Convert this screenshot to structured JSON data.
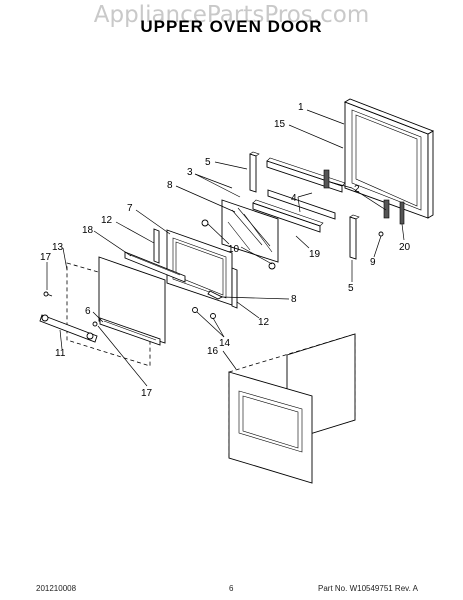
{
  "watermark": "AppliancePartsPros.com",
  "title": "UPPER OVEN DOOR",
  "footer": {
    "code": "201210008",
    "page": "6",
    "part_number": "Part No. W10549751  Rev. A"
  },
  "callouts": [
    {
      "key": "c1",
      "label": "1"
    },
    {
      "key": "c15",
      "label": "15"
    },
    {
      "key": "c5a",
      "label": "5"
    },
    {
      "key": "c3",
      "label": "3"
    },
    {
      "key": "c8a",
      "label": "8"
    },
    {
      "key": "c4",
      "label": "4"
    },
    {
      "key": "c2",
      "label": "2"
    },
    {
      "key": "c7",
      "label": "7"
    },
    {
      "key": "c12a",
      "label": "12"
    },
    {
      "key": "c18",
      "label": "18"
    },
    {
      "key": "c13",
      "label": "13"
    },
    {
      "key": "c17a",
      "label": "17"
    },
    {
      "key": "c10",
      "label": "10"
    },
    {
      "key": "c19",
      "label": "19"
    },
    {
      "key": "c9",
      "label": "9"
    },
    {
      "key": "c20",
      "label": "20"
    },
    {
      "key": "c5b",
      "label": "5"
    },
    {
      "key": "c8b",
      "label": "8"
    },
    {
      "key": "c12b",
      "label": "12"
    },
    {
      "key": "c6",
      "label": "6"
    },
    {
      "key": "c14",
      "label": "14"
    },
    {
      "key": "c11",
      "label": "11"
    },
    {
      "key": "c16",
      "label": "16"
    },
    {
      "key": "c17b",
      "label": "17"
    }
  ]
}
